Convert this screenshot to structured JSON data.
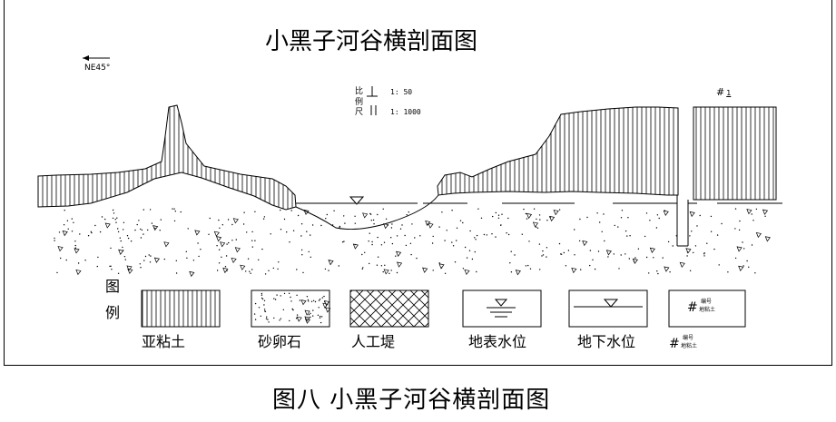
{
  "title": "小黑子河谷横剖面图",
  "direction_label": "NE45°",
  "scale": {
    "label_chars": [
      "比",
      "例",
      "尺"
    ],
    "vertical_ratio": "1: 50",
    "horizontal_ratio": "1: 1000"
  },
  "legend": {
    "title_chars": [
      "图",
      "例"
    ],
    "items": [
      "亚粘土",
      "砂卵石",
      "人工堤",
      "地表水位",
      "地下水位"
    ],
    "well_label_top": "编号",
    "well_label_bottom": "地粘土"
  },
  "well_marker_symbol": "#",
  "well_number_text": "1",
  "caption": "图八  小黑子河谷横剖面图",
  "colors": {
    "line": "#000000",
    "background": "#ffffff"
  }
}
